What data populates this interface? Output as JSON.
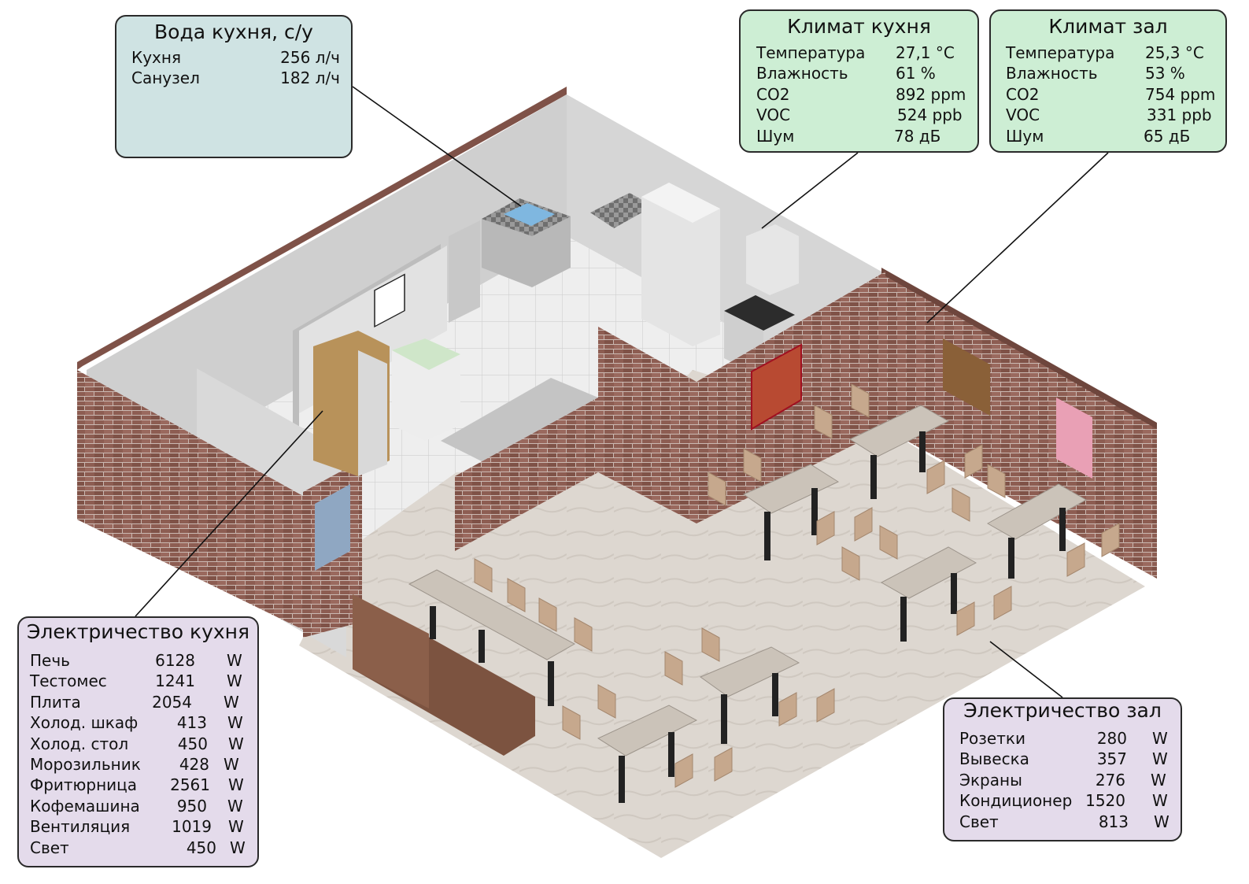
{
  "panels": {
    "water": {
      "title": "Вода кухня, с/у",
      "rows": [
        {
          "label": "Кухня",
          "value": "256 л/ч"
        },
        {
          "label": "Санузел",
          "value": "182 л/ч"
        }
      ]
    },
    "climate_kitchen": {
      "title": "Климат кухня",
      "rows": [
        {
          "label": "Температура",
          "value": "27,1 °C"
        },
        {
          "label": "Влажность",
          "value": "61 %"
        },
        {
          "label": "CO2",
          "value": "892 ppm"
        },
        {
          "label": "VOC",
          "value": "524 ppb"
        },
        {
          "label": "Шум",
          "value": "78 дБ"
        }
      ]
    },
    "climate_hall": {
      "title": "Климат зал",
      "rows": [
        {
          "label": "Температура",
          "value": "25,3 °C"
        },
        {
          "label": "Влажность",
          "value": "53 %"
        },
        {
          "label": "CO2",
          "value": "754 ppm"
        },
        {
          "label": "VOC",
          "value": "331 ppb"
        },
        {
          "label": "Шум",
          "value": "65 дБ"
        }
      ]
    },
    "electric_kitchen": {
      "title": "Электричество кухня",
      "rows": [
        {
          "label": "Печь",
          "value": "6128",
          "unit": "W"
        },
        {
          "label": "Тестомес",
          "value": "1241",
          "unit": "W"
        },
        {
          "label": "Плита",
          "value": "2054",
          "unit": "W"
        },
        {
          "label": "Холод. шкаф",
          "value": "413",
          "unit": "W"
        },
        {
          "label": "Холод. стол",
          "value": "450",
          "unit": "W"
        },
        {
          "label": "Морозильник",
          "value": "428",
          "unit": "W"
        },
        {
          "label": "Фритюрница",
          "value": "2561",
          "unit": "W"
        },
        {
          "label": "Кофемашина",
          "value": "950",
          "unit": "W"
        },
        {
          "label": "Вентиляция",
          "value": "1019",
          "unit": "W"
        },
        {
          "label": "Свет",
          "value": "450",
          "unit": "W"
        }
      ]
    },
    "electric_hall": {
      "title": "Электричество зал",
      "rows": [
        {
          "label": "Розетки",
          "value": "280",
          "unit": "W"
        },
        {
          "label": "Вывеска",
          "value": "357",
          "unit": "W"
        },
        {
          "label": "Экраны",
          "value": "276",
          "unit": "W"
        },
        {
          "label": "Кондиционер",
          "value": "1520",
          "unit": "W"
        },
        {
          "label": "Свет",
          "value": "813",
          "unit": "W"
        }
      ]
    }
  },
  "colors": {
    "water_panel": "#cfe3e3",
    "climate_panel": "#cdeed4",
    "electric_panel": "#e4dbeb",
    "brick": "#8a5a50",
    "wall_gray": "#c9c9c9",
    "floor": "#dcd6cf",
    "chair": "#c6a88d"
  }
}
